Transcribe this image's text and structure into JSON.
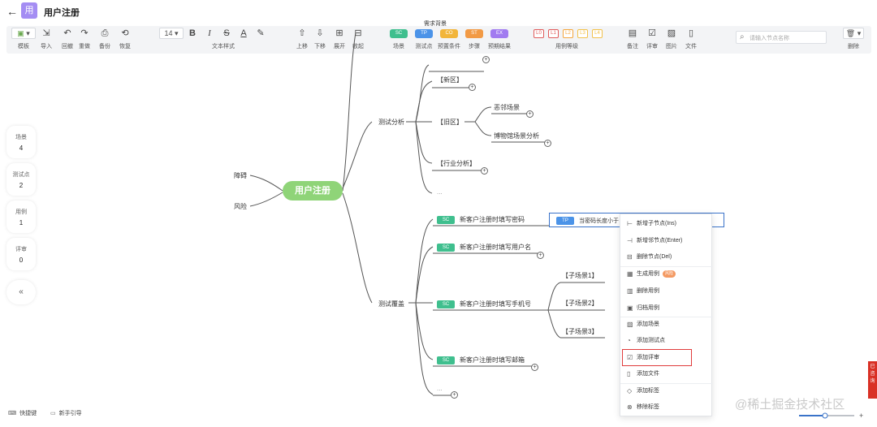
{
  "app": {
    "logo": "用",
    "title": "用户注册",
    "back_icon": "arrow-left-icon"
  },
  "toolbar": {
    "template": {
      "label": "模板"
    },
    "import": {
      "label": "导入"
    },
    "undo": {
      "label": "回撤"
    },
    "redo": {
      "label": "重做"
    },
    "backup": {
      "label": "备份"
    },
    "restore": {
      "label": "恢复"
    },
    "font_size": "14",
    "bold": "B",
    "italic": "I",
    "strike": "S",
    "font_color": "A",
    "text_style_label": "文本样式",
    "move_up": "上移",
    "move_down": "下移",
    "expand": "展开",
    "collapse": "收起",
    "types": [
      {
        "code": "SC",
        "label": "场景",
        "color": "#3fbf8e"
      },
      {
        "code": "TP",
        "label": "测试点",
        "color": "#4b93e8"
      },
      {
        "code": "CO",
        "label": "预置条件",
        "color": "#f2b53a"
      },
      {
        "code": "ST",
        "label": "步骤",
        "color": "#f29a45"
      },
      {
        "code": "EX",
        "label": "预期结果",
        "color": "#a17bf0"
      }
    ],
    "priorities": [
      {
        "code": "L0",
        "color": "#e05b5b"
      },
      {
        "code": "L1",
        "color": "#e05b5b"
      },
      {
        "code": "L2",
        "color": "#f4a63d"
      },
      {
        "code": "L3",
        "color": "#f2c14a"
      },
      {
        "code": "L4",
        "color": "#f2c14a"
      }
    ],
    "priority_label": "用例等级",
    "note": "备注",
    "review": "评审",
    "image": "图片",
    "file": "文件",
    "search_placeholder": "请输入节点名称",
    "delete": "删除"
  },
  "stats": [
    {
      "label": "场景",
      "value": "4"
    },
    {
      "label": "测试点",
      "value": "2"
    },
    {
      "label": "用例",
      "value": "1"
    },
    {
      "label": "评审",
      "value": "0"
    }
  ],
  "collapse_label": "«",
  "mindmap": {
    "top_cut": "需求背景",
    "root": "用户注册",
    "left": [
      "障碍",
      "风险"
    ],
    "analysis": {
      "label": "测试分析",
      "new_area": "【新区】",
      "old_area": "【旧区】",
      "old_children": [
        "恶邻场景",
        "博物馆场景分析"
      ],
      "industry": "【行业分析】",
      "more": "..."
    },
    "coverage": {
      "label": "测试覆盖",
      "items": [
        {
          "tag": "SC",
          "text": "新客户注册时填写密码"
        },
        {
          "tag": "SC",
          "text": "新客户注册时填写用户名"
        },
        {
          "tag": "SC",
          "text": "新客户注册时填写手机号"
        },
        {
          "tag": "SC",
          "text": "新客户注册时填写邮箱"
        }
      ],
      "sub_scenes": [
        "【子场景1】",
        "【子场景2】",
        "【子场景3】"
      ],
      "more": "..."
    },
    "editing_node": {
      "tag": "TP",
      "text": "当密码长度小于"
    }
  },
  "context_menu": [
    {
      "label": "新增子节点(Ins)",
      "icon": "add-child-icon"
    },
    {
      "label": "新增邻节点(Enter)",
      "icon": "add-sibling-icon"
    },
    {
      "label": "删除节点(Del)",
      "icon": "delete-node-icon"
    },
    {
      "label": "生成用例",
      "icon": "generate-case-icon",
      "badge": "风险"
    },
    {
      "label": "删除用例",
      "icon": "delete-case-icon"
    },
    {
      "label": "归档用例",
      "icon": "archive-case-icon"
    },
    {
      "label": "添加场景",
      "icon": "add-scene-icon"
    },
    {
      "label": "添加测试点",
      "icon": "add-testpoint-icon"
    },
    {
      "label": "添加评审",
      "icon": "add-review-icon"
    },
    {
      "label": "添加文件",
      "icon": "add-file-icon"
    },
    {
      "label": "添加标签",
      "icon": "add-tag-icon"
    },
    {
      "label": "移除标签",
      "icon": "remove-tag-icon"
    }
  ],
  "footer": {
    "shortcuts": "快捷键",
    "guide": "新手引导"
  },
  "side_badge": "已咨询",
  "watermark": "@稀土掘金技术社区"
}
